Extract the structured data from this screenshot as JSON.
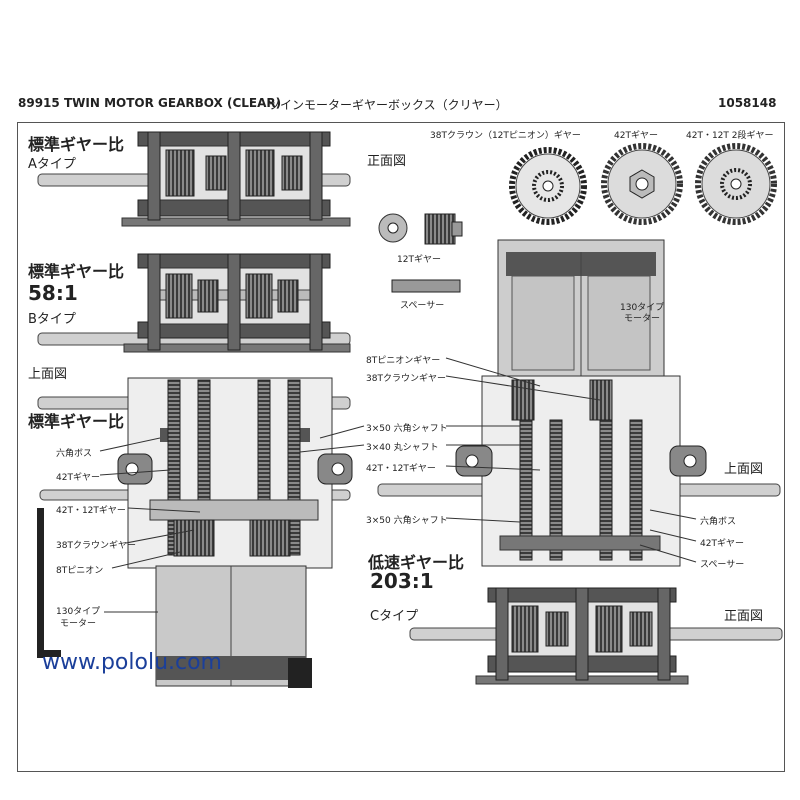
{
  "header": {
    "code": "89915",
    "title_en": "TWIN MOTOR GEARBOX (CLEAR)",
    "title_jp": "ツインモーターギヤーボックス（クリヤー）",
    "part_number": "1058148"
  },
  "sections": {
    "type_a": {
      "ratio_label": "標準ギヤー比",
      "type_label": "Aタイプ",
      "view": "正面図"
    },
    "type_b": {
      "ratio_label": "標準ギヤー比",
      "ratio": "58:1",
      "type_label": "Bタイプ"
    },
    "top_left": {
      "view": "上面図",
      "ratio_label": "標準ギヤー比"
    },
    "top_right": {
      "view": "上面図",
      "ratio_label": "低速ギヤー比",
      "ratio": "203:1"
    },
    "type_c": {
      "type_label": "Cタイプ",
      "view": "正面図"
    }
  },
  "gears": {
    "crown": "38Tクラウン（12Tピニオン）ギヤー",
    "g42": "42Tギヤー",
    "g42_12": "42T・12T 2段ギヤー",
    "g12": "12Tギヤー",
    "spacer": "スペーサー",
    "motor": [
      "130タイプ",
      "モーター"
    ]
  },
  "labels_left": {
    "hex_boss": "六角ボス",
    "g42": "42Tギヤー",
    "g42_12": "42T・12Tギヤー",
    "crown": "38Tクラウンギヤー",
    "pinion": "8Tピニオン",
    "motor": [
      "130タイプ",
      "モーター"
    ]
  },
  "labels_center": {
    "pinion_gear": "8Tピニオンギヤー",
    "crown_gear": "38Tクラウンギヤー",
    "shaft_hex_50": "3×50 六角シャフト",
    "shaft_round_40": "3×40 丸シャフト",
    "g42_12": "42T・12Tギヤー",
    "shaft_hex_50b": "3×50 六角シャフト"
  },
  "labels_right": {
    "hex_boss": "六角ボス",
    "g42": "42Tギヤー",
    "spacer": "スペーサー"
  },
  "watermark": {
    "url": "www.pololu.com"
  }
}
